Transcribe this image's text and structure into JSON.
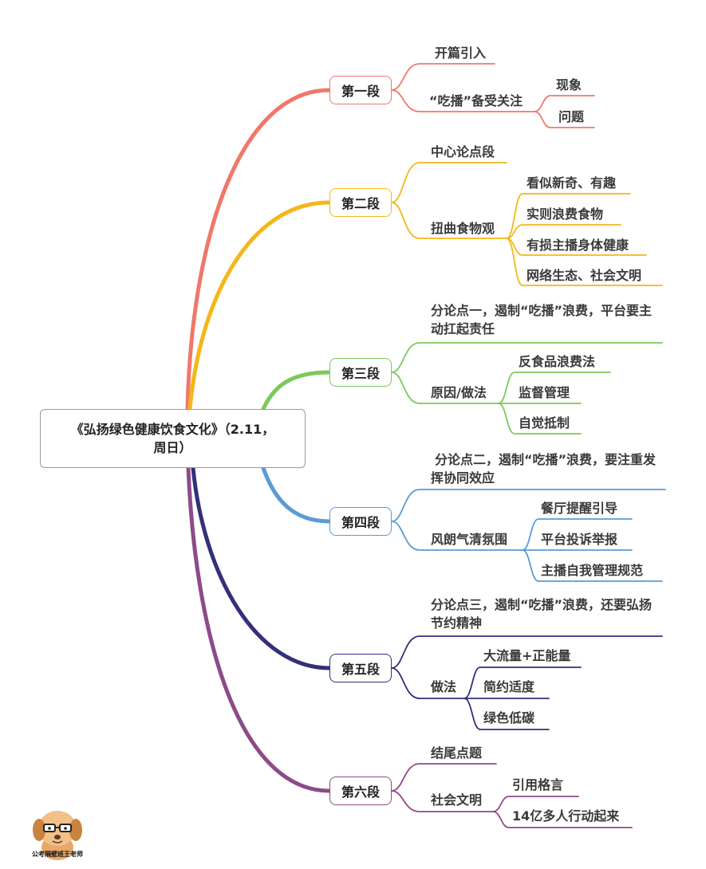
{
  "root": {
    "title_line1": "《弘扬绿色健康饮食文化》（2.11，",
    "title_line2": "周日）"
  },
  "colors": {
    "sec1": "#f0776a",
    "sec2": "#f4b719",
    "sec3": "#7cc95b",
    "sec4": "#5b9bd5",
    "sec5": "#33307a",
    "sec6": "#8e4a8a"
  },
  "sections": [
    {
      "label": "第一段",
      "items": [
        {
          "label": "开篇引入"
        },
        {
          "label": "“吃播”备受关注",
          "children": [
            "现象",
            "问题"
          ]
        }
      ]
    },
    {
      "label": "第二段",
      "items": [
        {
          "label": "中心论点段"
        },
        {
          "label": "扭曲食物观",
          "children": [
            "看似新奇、有趣",
            "实则浪费食物",
            "有损主播身体健康",
            "网络生态、社会文明"
          ]
        }
      ]
    },
    {
      "label": "第三段",
      "items": [
        {
          "label": "分论点一，遏制“吃播”浪费，平台要主动扛起责任"
        },
        {
          "label": "原因/做法",
          "children": [
            "反食品浪费法",
            "监督管理",
            "自觉抵制"
          ]
        }
      ]
    },
    {
      "label": "第四段",
      "items": [
        {
          "label": "分论点二，遏制“吃播”浪费，要注重发挥协同效应"
        },
        {
          "label": "风朗气清氛围",
          "children": [
            "餐厅提醒引导",
            "平台投诉举报",
            "主播自我管理规范"
          ]
        }
      ]
    },
    {
      "label": "第五段",
      "items": [
        {
          "label": "分论点三，遏制“吃播”浪费，还要弘扬节约精神"
        },
        {
          "label": "做法",
          "children": [
            "大流量+正能量",
            "简约适度",
            "绿色低碳"
          ]
        }
      ]
    },
    {
      "label": "第六段",
      "items": [
        {
          "label": "结尾点题"
        },
        {
          "label": "社会文明",
          "children": [
            "引用格言",
            "14亿多人行动起来"
          ]
        }
      ]
    }
  ],
  "watermark": {
    "caption": "公考隔壁班王老师"
  }
}
